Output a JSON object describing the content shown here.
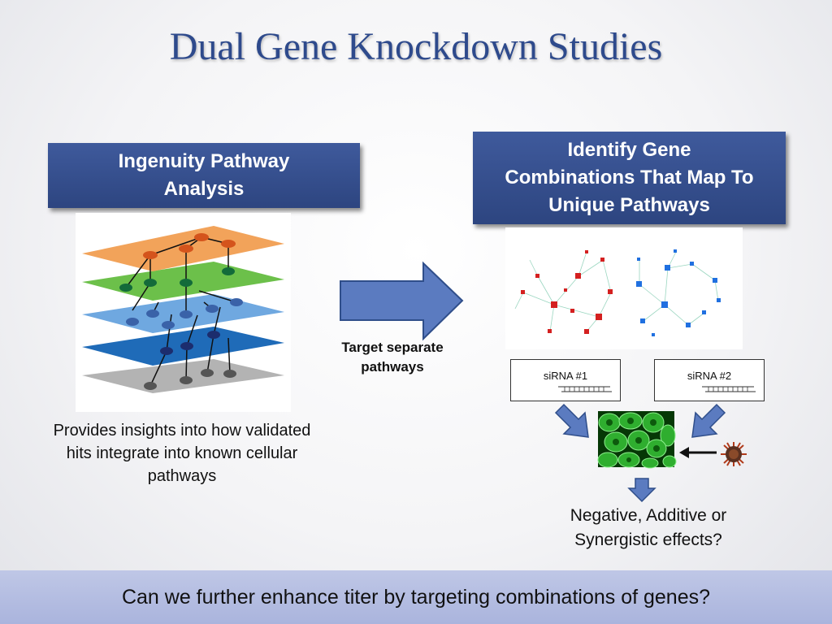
{
  "title": "Dual Gene Knockdown Studies",
  "left_header": "Ingenuity Pathway\nAnalysis",
  "right_header": "Identify Gene\nCombinations That Map To\nUnique Pathways",
  "left_description": "Provides insights into how validated\nhits integrate into known cellular\npathways",
  "arrow_label": "Target separate\npathways",
  "sirna1_label": "siRNA #1",
  "sirna2_label": "siRNA #2",
  "result_question": "Negative, Additive or\nSynergistic effects?",
  "footer_question": "Can we further enhance titer by targeting combinations of genes?",
  "colors": {
    "title": "#2e4a8c",
    "header_box": "#34508c",
    "arrow": "#5b7bc0",
    "layer_orange": "#f2a35a",
    "layer_green": "#6cc04a",
    "layer_light_blue": "#6fa8e0",
    "layer_dark_blue": "#1f6bb8",
    "layer_gray": "#b3b3b3",
    "node_red": "#d42020",
    "node_blue": "#2070e0",
    "cells_green": "#33bb33"
  }
}
